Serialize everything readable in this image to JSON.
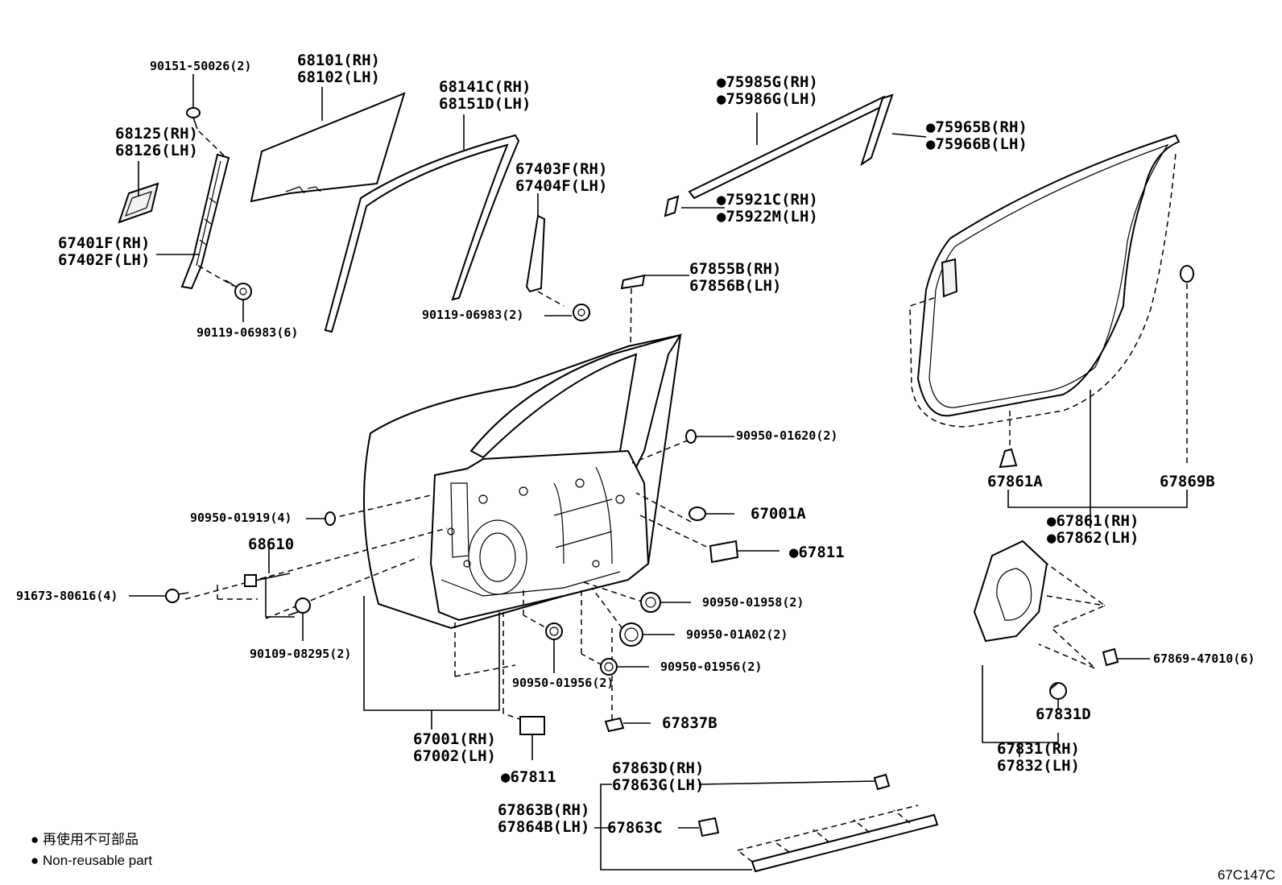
{
  "labels": {
    "bolt_90151": "90151-50026(2)",
    "glass_rh": "68101(RH)",
    "glass_lh": "68102(LH)",
    "runch_rh": "68141C(RH)",
    "runch_lh": "68151D(LH)",
    "mould_rh": "●75985G(RH)",
    "mould_lh": "●75986G(LH)",
    "cover_rh": "●75965B(RH)",
    "cover_lh": "●75966B(LH)",
    "pad_rh": "68125(RH)",
    "pad_lh": "68126(LH)",
    "sash_front_rh": "67403F(RH)",
    "sash_front_lh": "67404F(LH)",
    "clip_rh": "●75921C(RH)",
    "clip_lh": "●75922M(LH)",
    "sash_rear_rh": "67401F(RH)",
    "sash_rear_lh": "67402F(LH)",
    "bolt_90119_6": "90119-06983(6)",
    "bolt_90119_2": "90119-06983(2)",
    "cushion_rh": "67855B(RH)",
    "cushion_lh": "67856B(LH)",
    "plug_01620": "90950-01620(2)",
    "plug_01919": "90950-01919(4)",
    "check": "68610",
    "bolt_91673": "91673-80616(4)",
    "bolt_90109": "90109-08295(2)",
    "clip_67001A": "67001A",
    "seal_67811_a": "●67811",
    "plug_01958": "90950-01958(2)",
    "plug_01A02": "90950-01A02(2)",
    "plug_01956_a": "90950-01956(2)",
    "plug_01956_b": "90950-01956(2)",
    "clip_67837B": "67837B",
    "panel_rh": "67001(RH)",
    "panel_lh": "67002(LH)",
    "seal_67811_b": "●67811",
    "ws_clip_67861A": "67861A",
    "ws_clip_67869B": "67869B",
    "ws_rh": "●67861(RH)",
    "ws_lh": "●67862(LH)",
    "clip_67869": "67869-47010(6)",
    "clip_67831D": "67831D",
    "service_rh": "67831(RH)",
    "service_lh": "67832(LH)",
    "lower_clip_rh": "67863D(RH)",
    "lower_clip_lh": "67863G(LH)",
    "lower_ws_rh": "67863B(RH)",
    "lower_ws_lh": "67864B(LH)",
    "lower_clip_c": "67863C"
  },
  "legend": {
    "line_jp": "● 再使用不可部品",
    "line_en": "● Non-reusable part"
  },
  "diagram_code": "67C147C"
}
